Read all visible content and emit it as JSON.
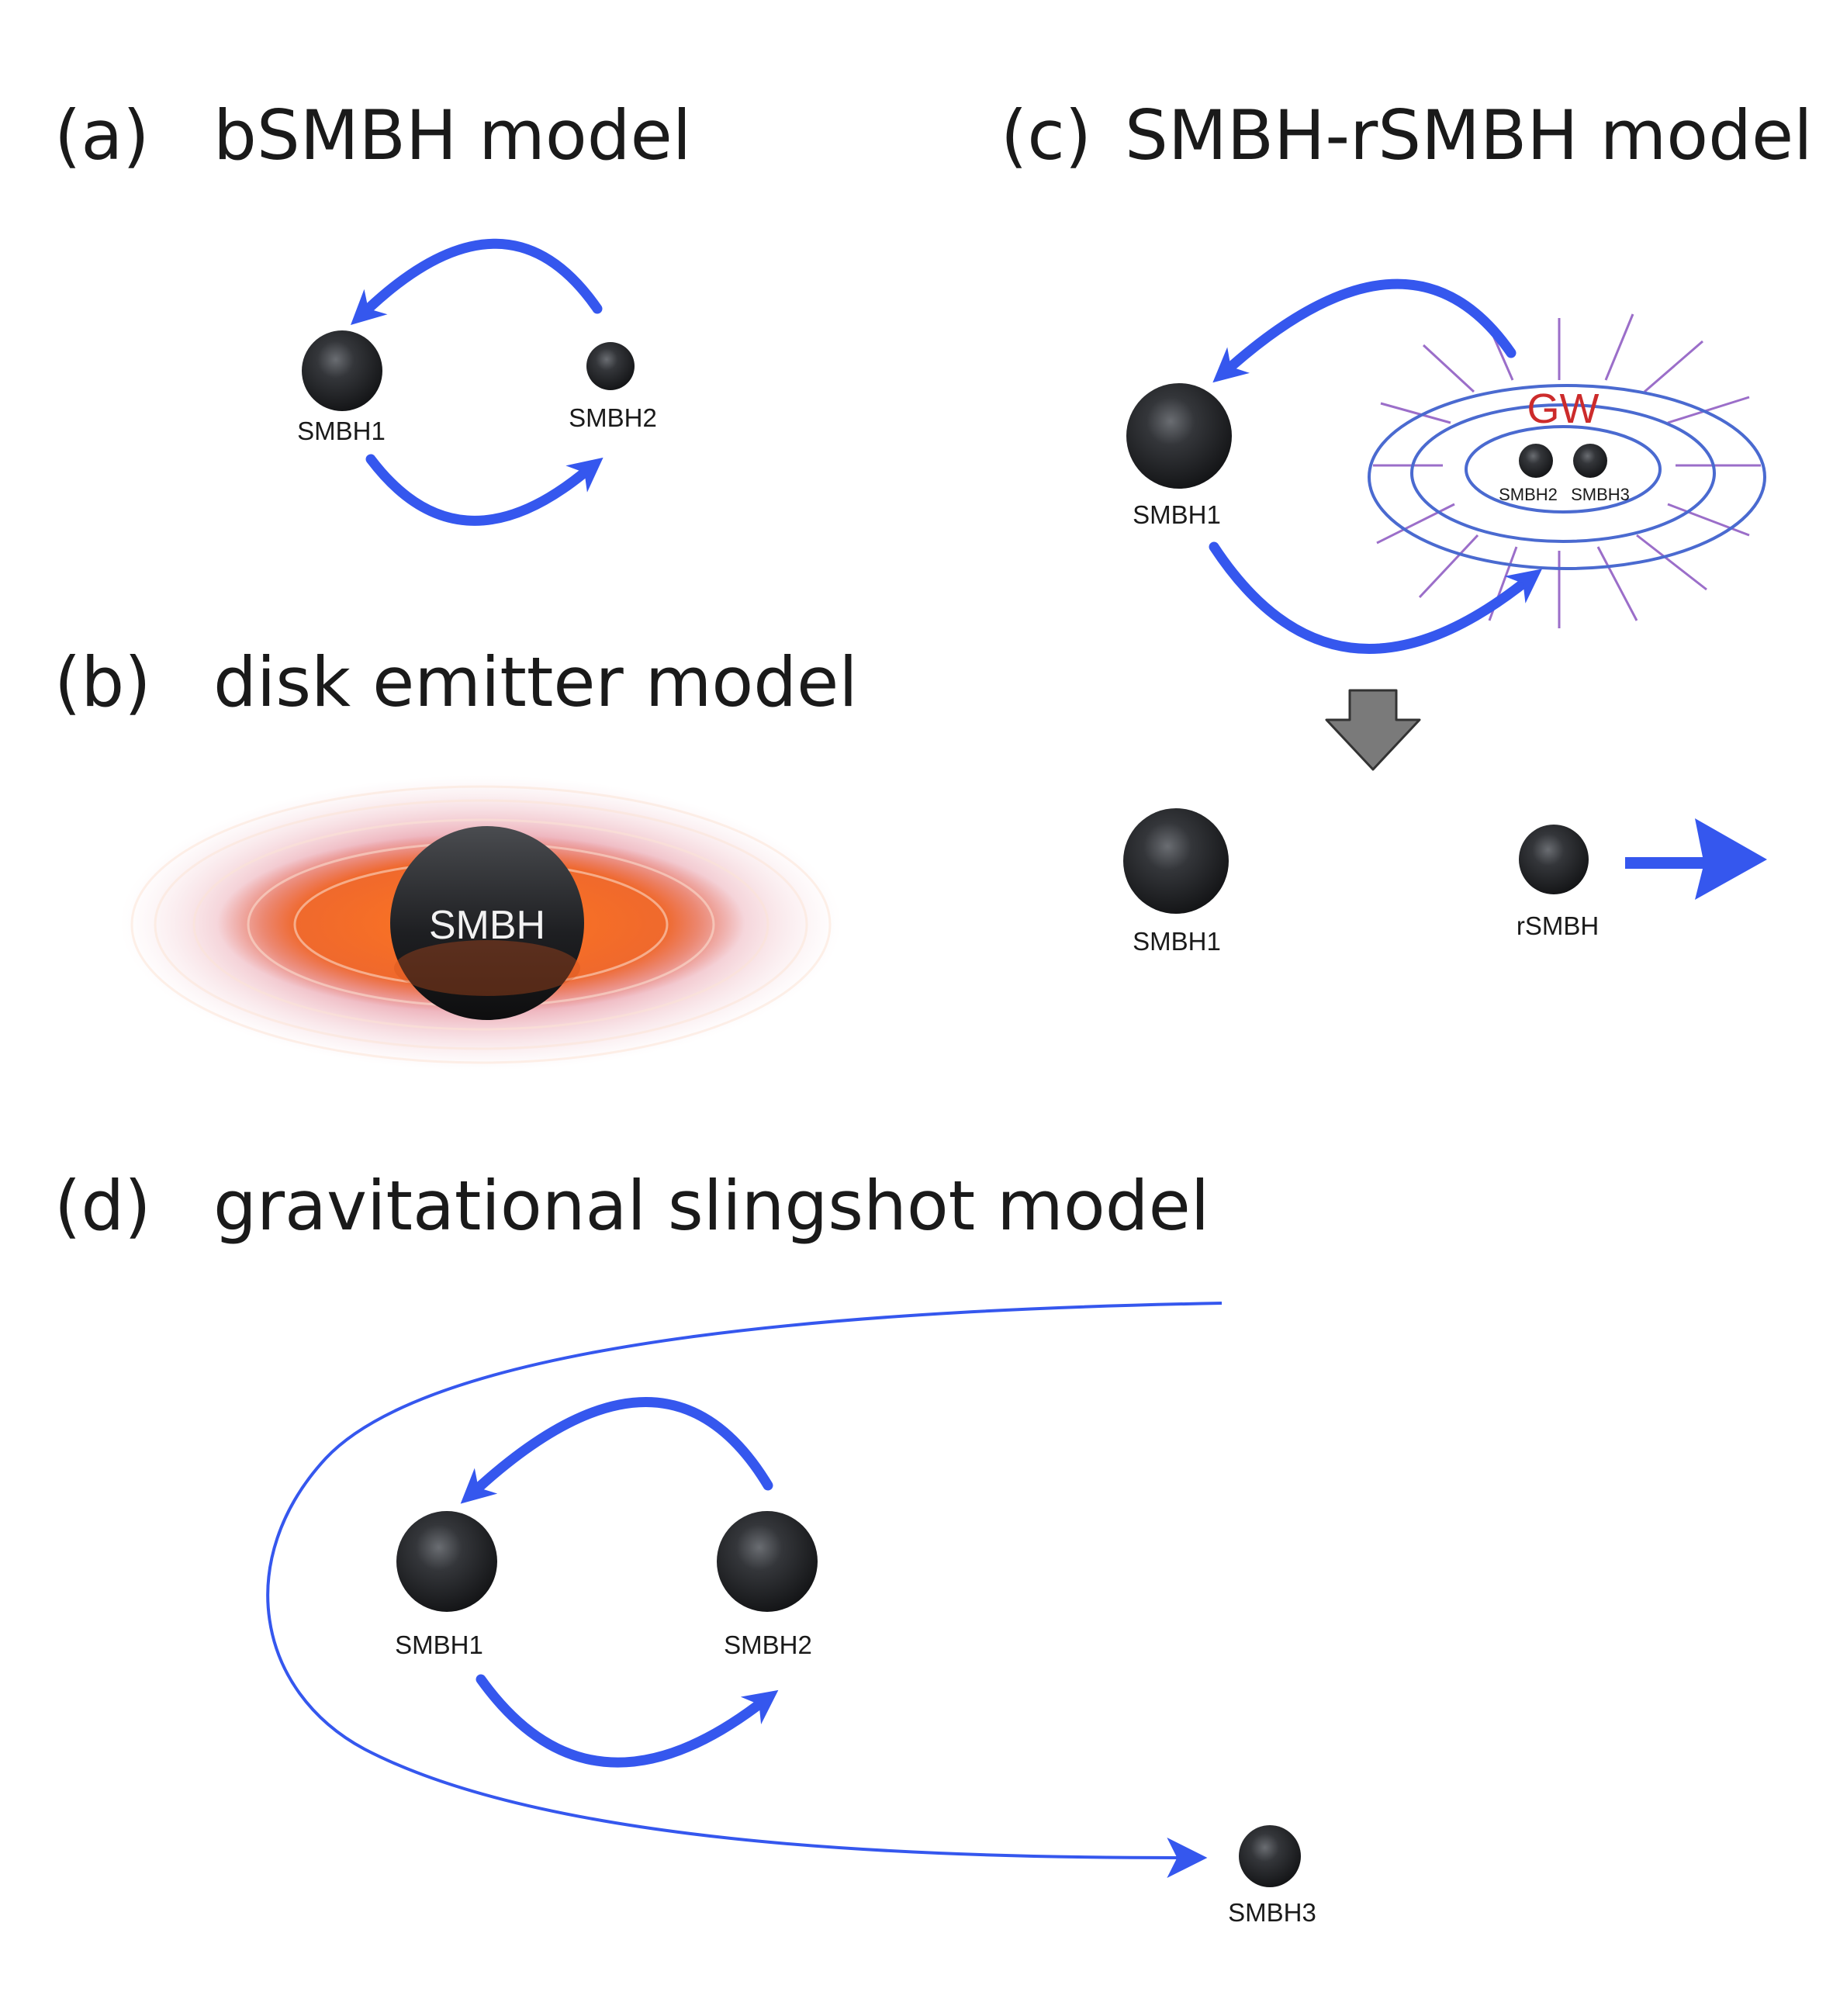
{
  "panel_a": {
    "tag": "(a)",
    "title": "bSMBH model",
    "bh1": "SMBH1",
    "bh2": "SMBH2"
  },
  "panel_b": {
    "tag": "(b)",
    "title": "disk emitter model",
    "bh": "SMBH"
  },
  "panel_c": {
    "tag": "(c)",
    "title": "SMBH-rSMBH model",
    "bh1_top": "SMBH1",
    "bh2": "SMBH2",
    "bh3": "SMBH3",
    "gw": "GW",
    "bh1_bottom": "SMBH1",
    "recoil": "rSMBH"
  },
  "panel_d": {
    "tag": "(d)",
    "title": "gravitational slingshot model",
    "bh1": "SMBH1",
    "bh2": "SMBH2",
    "bh3": "SMBH3"
  },
  "colors": {
    "arrow": "#3557ee",
    "black_hole": "#2a2c30",
    "gw_rings": "#4a6ad0",
    "gw_rays": "#8a55c0",
    "gw_text": "#cc2b2b",
    "down_arrow": "#7a7a7a",
    "disk_outer": "#d98a9a",
    "disk_inner": "#f06a2a"
  }
}
